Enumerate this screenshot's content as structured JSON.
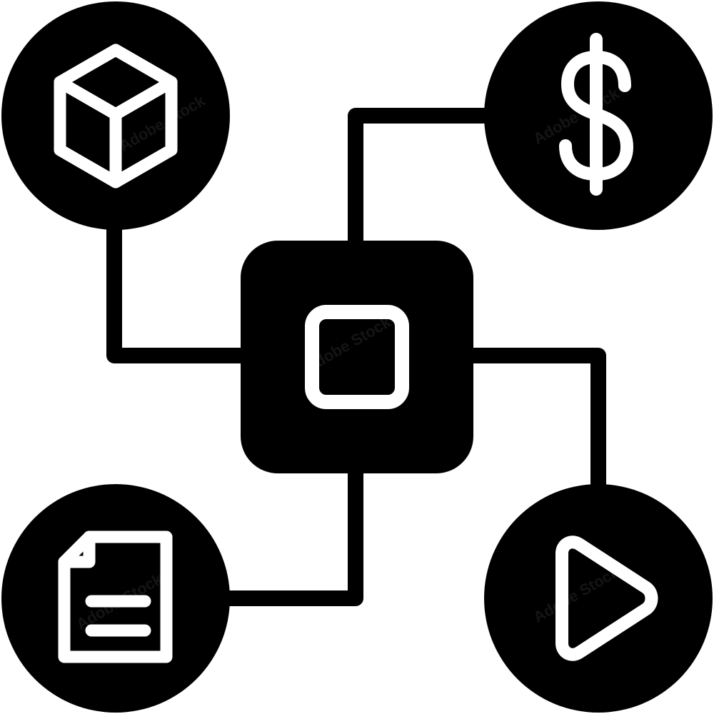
{
  "diagram": {
    "stock_id": "731103460",
    "watermark": "Adobe Stock",
    "colors": {
      "foreground": "#000000",
      "background": "#ffffff"
    },
    "nodes": [
      {
        "name": "cube-node",
        "icon": "cube-icon"
      },
      {
        "name": "dollar-node",
        "icon": "dollar-icon"
      },
      {
        "name": "document-node",
        "icon": "document-icon"
      },
      {
        "name": "play-node",
        "icon": "play-icon"
      },
      {
        "name": "chip-node",
        "icon": "square-chip-icon"
      }
    ]
  }
}
